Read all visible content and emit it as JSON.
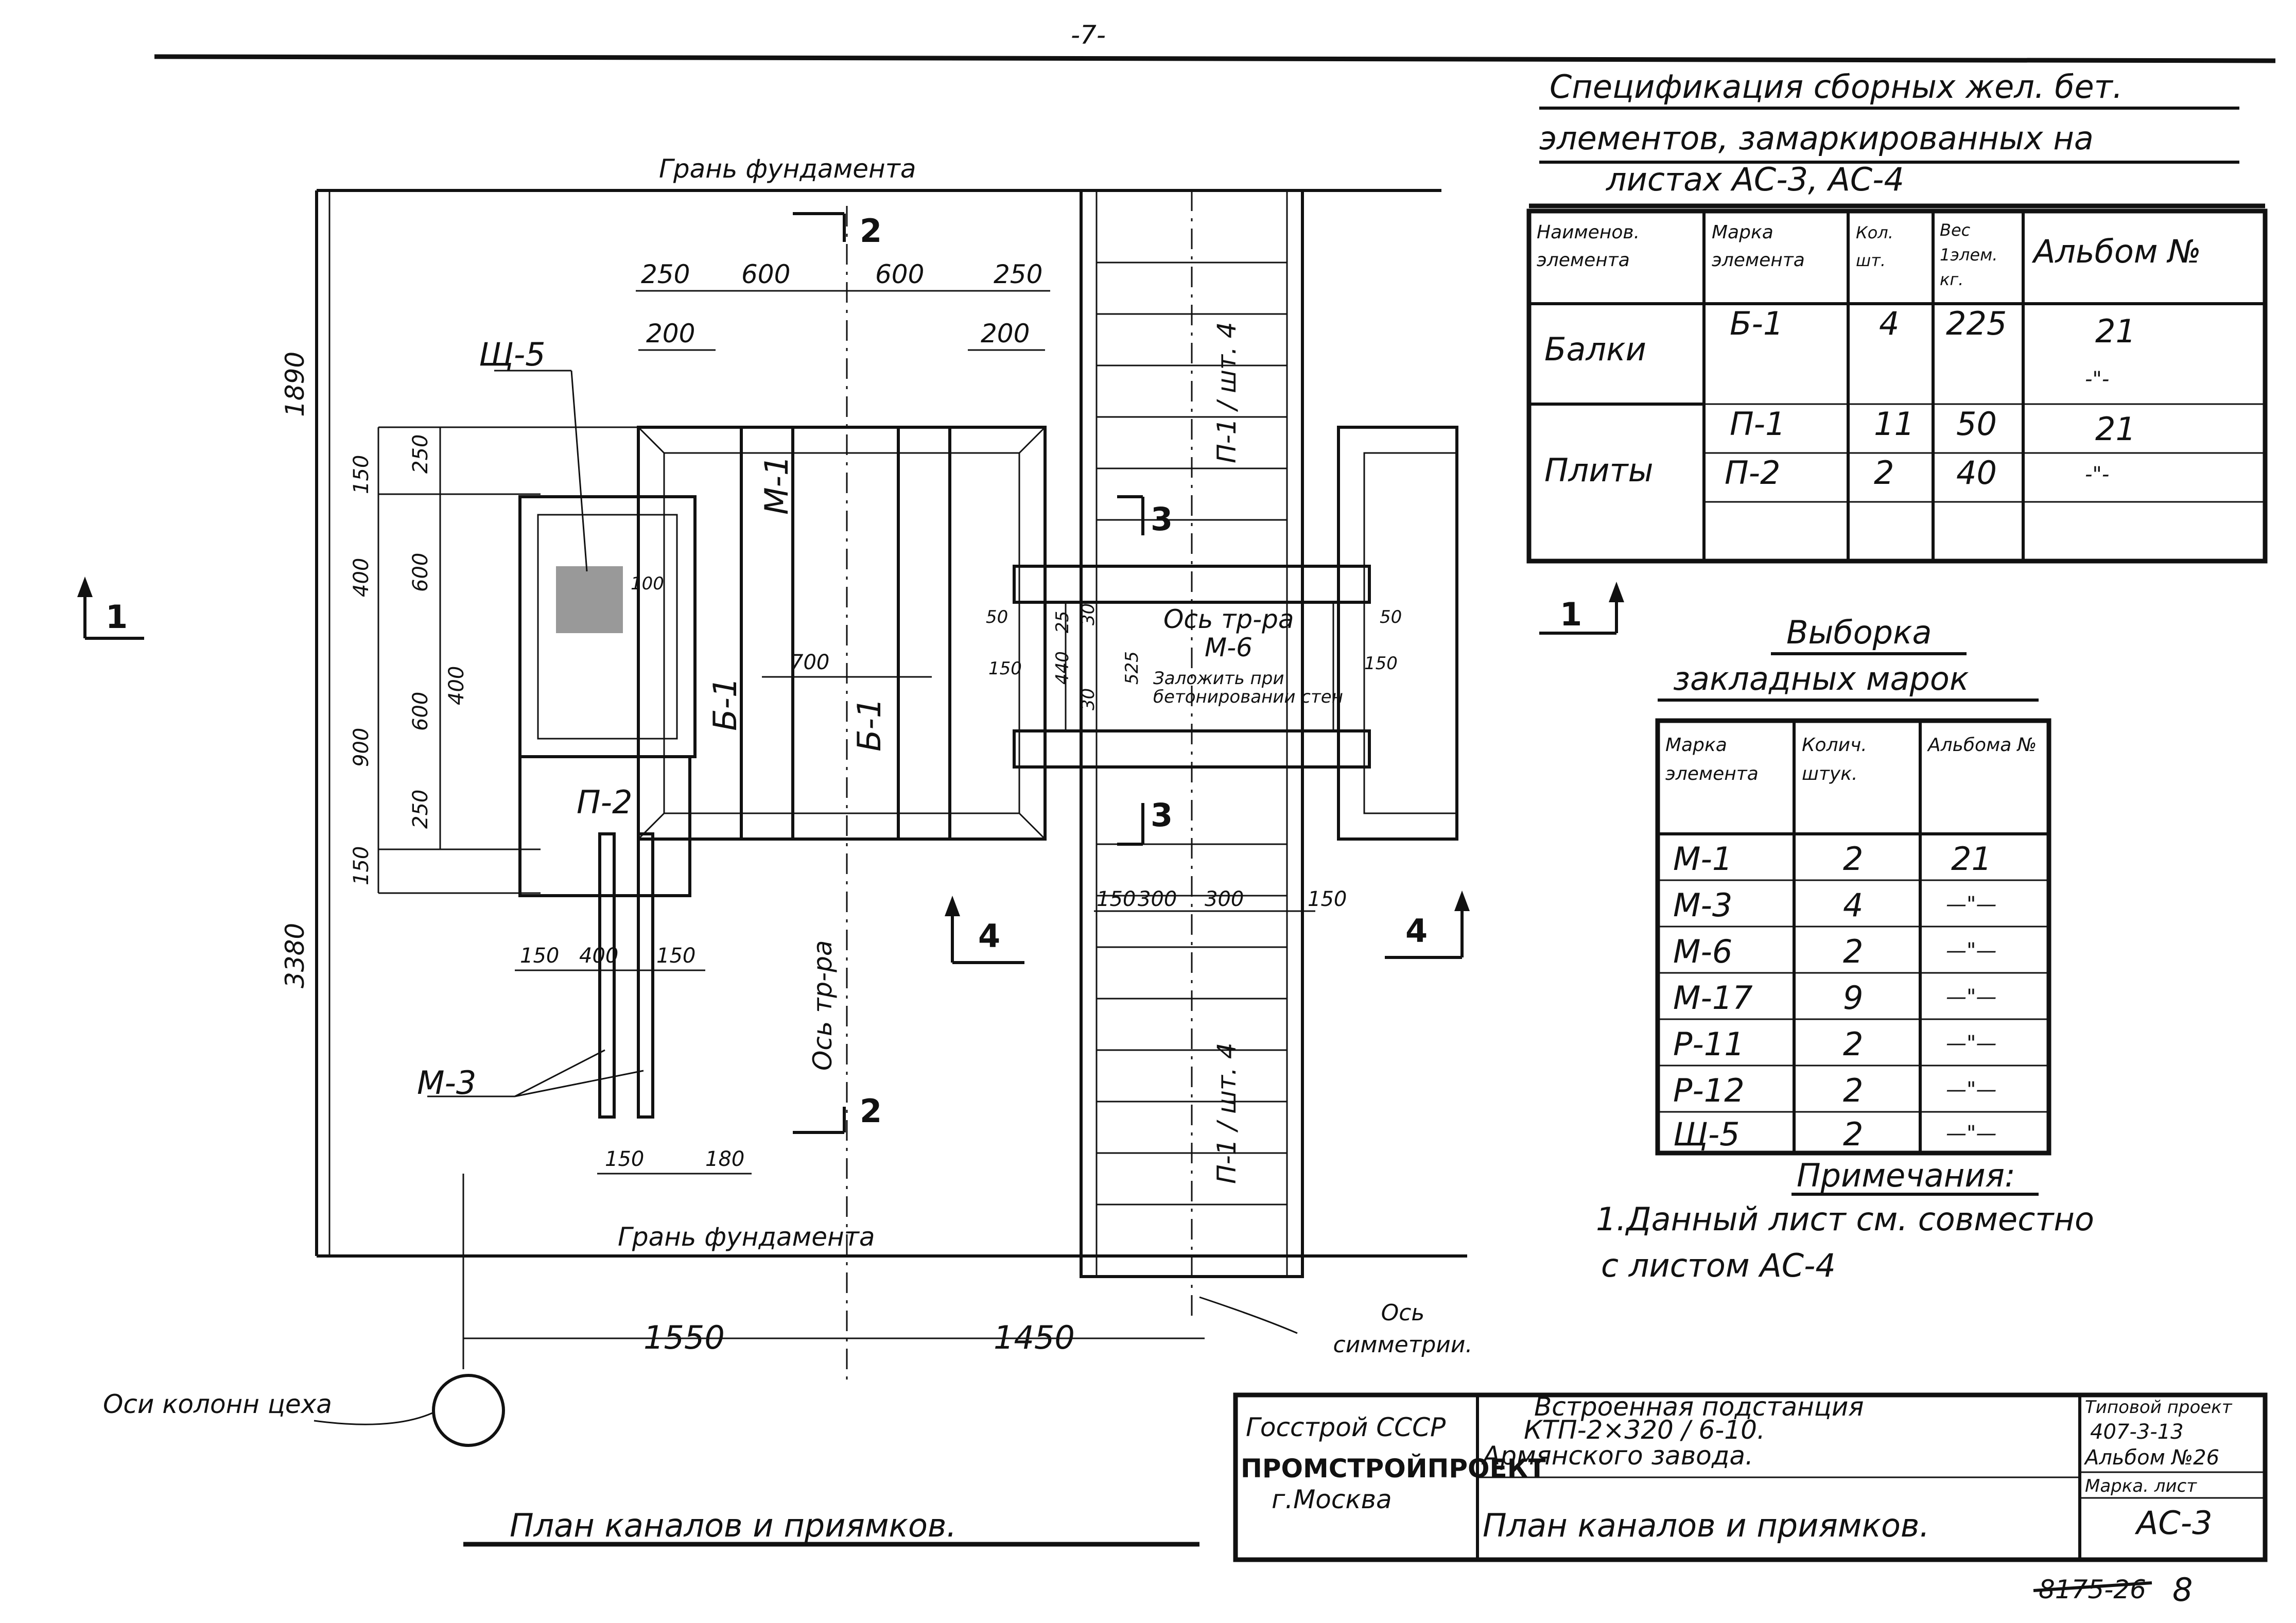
{
  "page_number": "-7-",
  "plan": {
    "foundation_edge_top": "Грань фундамента",
    "foundation_edge_bottom": "Грань фундамента",
    "axis_tr": "Ось тр-ра",
    "axis_symmetry": "Ось\nсимметрии.",
    "column_axes": "Оси колонн цеха",
    "title": "План каналов и приямков.",
    "dim_top": [
      "250",
      "600",
      "600",
      "250"
    ],
    "dim_200_left": "200",
    "dim_200_right": "200",
    "dim_left_vertical": [
      "250",
      "150",
      "400",
      "600",
      "900",
      "600",
      "250",
      "150"
    ],
    "dim_1890": "1890",
    "dim_3380": "3380",
    "dim_400_inner": "400",
    "dim_bottom_small": [
      "150",
      "400",
      "150"
    ],
    "dim_150_180": [
      "150",
      "180"
    ],
    "dim_axes": [
      "1550",
      "1450"
    ],
    "dim_channel": [
      "150",
      "300",
      "300",
      "150"
    ],
    "dim_700": "700",
    "dim_100": "100",
    "dims_m6": [
      "50",
      "440",
      "25",
      "30",
      "30",
      "525",
      "150",
      "50",
      "150"
    ],
    "labels": {
      "sch5": "Щ-5",
      "m1": "М-1",
      "b1a": "Б-1",
      "b1b": "Б-1",
      "p2": "П-2",
      "m3": "М-3",
      "m6": "М-6",
      "m6_note": "Заложить при бетонировании стен",
      "p1_top": "П-1 / шт. 4",
      "p1_bottom": "П-1 / шт. 4",
      "sec1": "1",
      "sec1b": "1",
      "sec2_top": "2",
      "sec2_bot": "2",
      "sec3_top": "3",
      "sec3_bot": "3",
      "sec4_left": "4",
      "sec4_right": "4"
    }
  },
  "spec": {
    "title_lines": [
      "Спецификация сборных жел. бет.",
      "элементов, замаркированных на",
      "листах АС-3, АС-4"
    ],
    "headers": [
      "Наименов. элемента",
      "Марка элемента",
      "Кол. шт.",
      "Вес 1элем. кг.",
      "Альбом №"
    ],
    "rows": [
      {
        "name": "Балки",
        "mark": "Б-1",
        "qty": "4",
        "weight": "225",
        "album": "21"
      },
      {
        "name": "",
        "mark": "",
        "qty": "",
        "weight": "",
        "album": "-\"-"
      },
      {
        "name": "Плиты",
        "mark": "П-1",
        "qty": "11",
        "weight": "50",
        "album": "21"
      },
      {
        "name": "",
        "mark": "П-2",
        "qty": "2",
        "weight": "40",
        "album": "-\"-"
      },
      {
        "name": "",
        "mark": "",
        "qty": "",
        "weight": "",
        "album": ""
      }
    ]
  },
  "embedded": {
    "title": "Выборка",
    "subtitle": "закладных марок",
    "headers": [
      "Марка элемента",
      "Колич. штук.",
      "Альбома №"
    ],
    "rows": [
      {
        "mark": "М-1",
        "qty": "2",
        "album": "21"
      },
      {
        "mark": "М-3",
        "qty": "4",
        "album": "—\"—"
      },
      {
        "mark": "М-6",
        "qty": "2",
        "album": "—\"—"
      },
      {
        "mark": "М-17",
        "qty": "9",
        "album": "—\"—"
      },
      {
        "mark": "Р-11",
        "qty": "2",
        "album": "—\"—"
      },
      {
        "mark": "Р-12",
        "qty": "2",
        "album": "—\"—"
      },
      {
        "mark": "Щ-5",
        "qty": "2",
        "album": "—\"—"
      }
    ]
  },
  "notes": {
    "title": "Примечания:",
    "line1": "1.Данный лист см. совместно",
    "line2": "с листом АС-4"
  },
  "stamp": {
    "org1": "Госстрой СССР",
    "org2": "ПРОМСТРОЙПРОЕКТ",
    "org3": "г.Москва",
    "project1": "Встроенная подстанция",
    "project2": "КТП-2×320 / 6-10.",
    "project3": "Армянского завода.",
    "sheet_name": "План каналов и приямков.",
    "type_project": "Типовой проект",
    "type_number": "407-3-13",
    "album": "Альбом №26",
    "mark_label": "Марка. лист",
    "mark_value": "АС-3",
    "archive": "8175-26",
    "sheet_num": "8"
  }
}
